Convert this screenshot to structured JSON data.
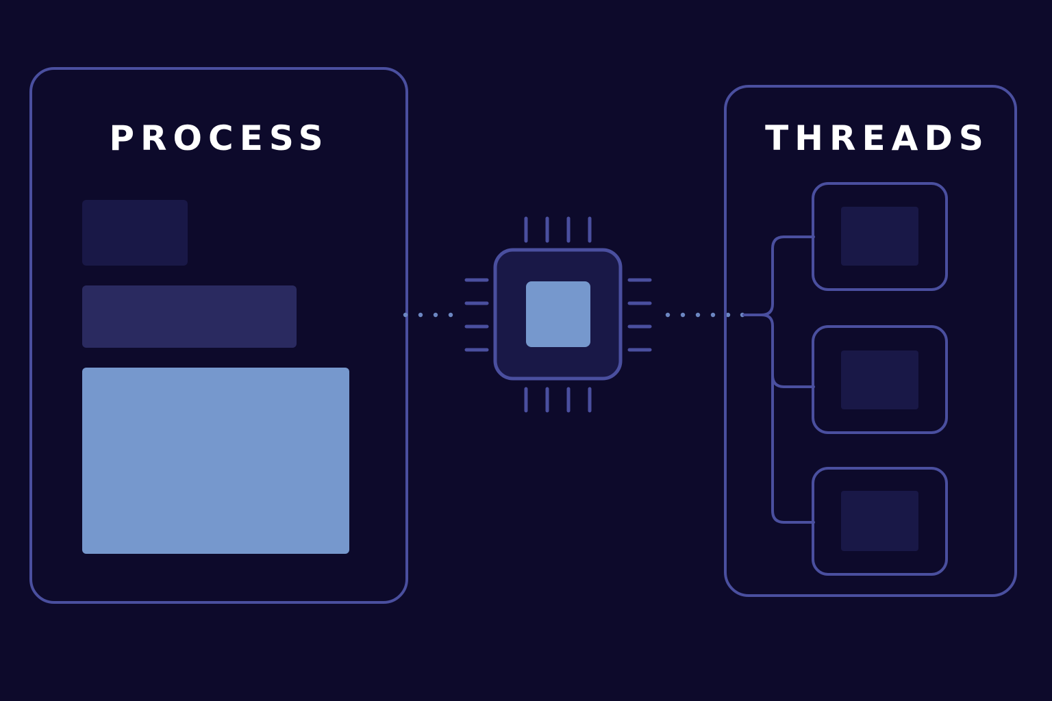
{
  "process": {
    "title": "PROCESS",
    "blocks": [
      {
        "name": "process-block-small"
      },
      {
        "name": "process-block-medium"
      },
      {
        "name": "process-block-large"
      }
    ]
  },
  "cpu": {
    "icon": "cpu-chip-icon"
  },
  "threads": {
    "title": "THREADS",
    "items": [
      {
        "name": "thread-1"
      },
      {
        "name": "thread-2"
      },
      {
        "name": "thread-3"
      }
    ]
  },
  "colors": {
    "background": "#0d0a2b",
    "outline": "#4a4f9f",
    "block_dark": "#191847",
    "block_mid": "#2a2a60",
    "block_light": "#7698cd",
    "connector_dot": "#6c87c2",
    "label": "#ffffff"
  }
}
